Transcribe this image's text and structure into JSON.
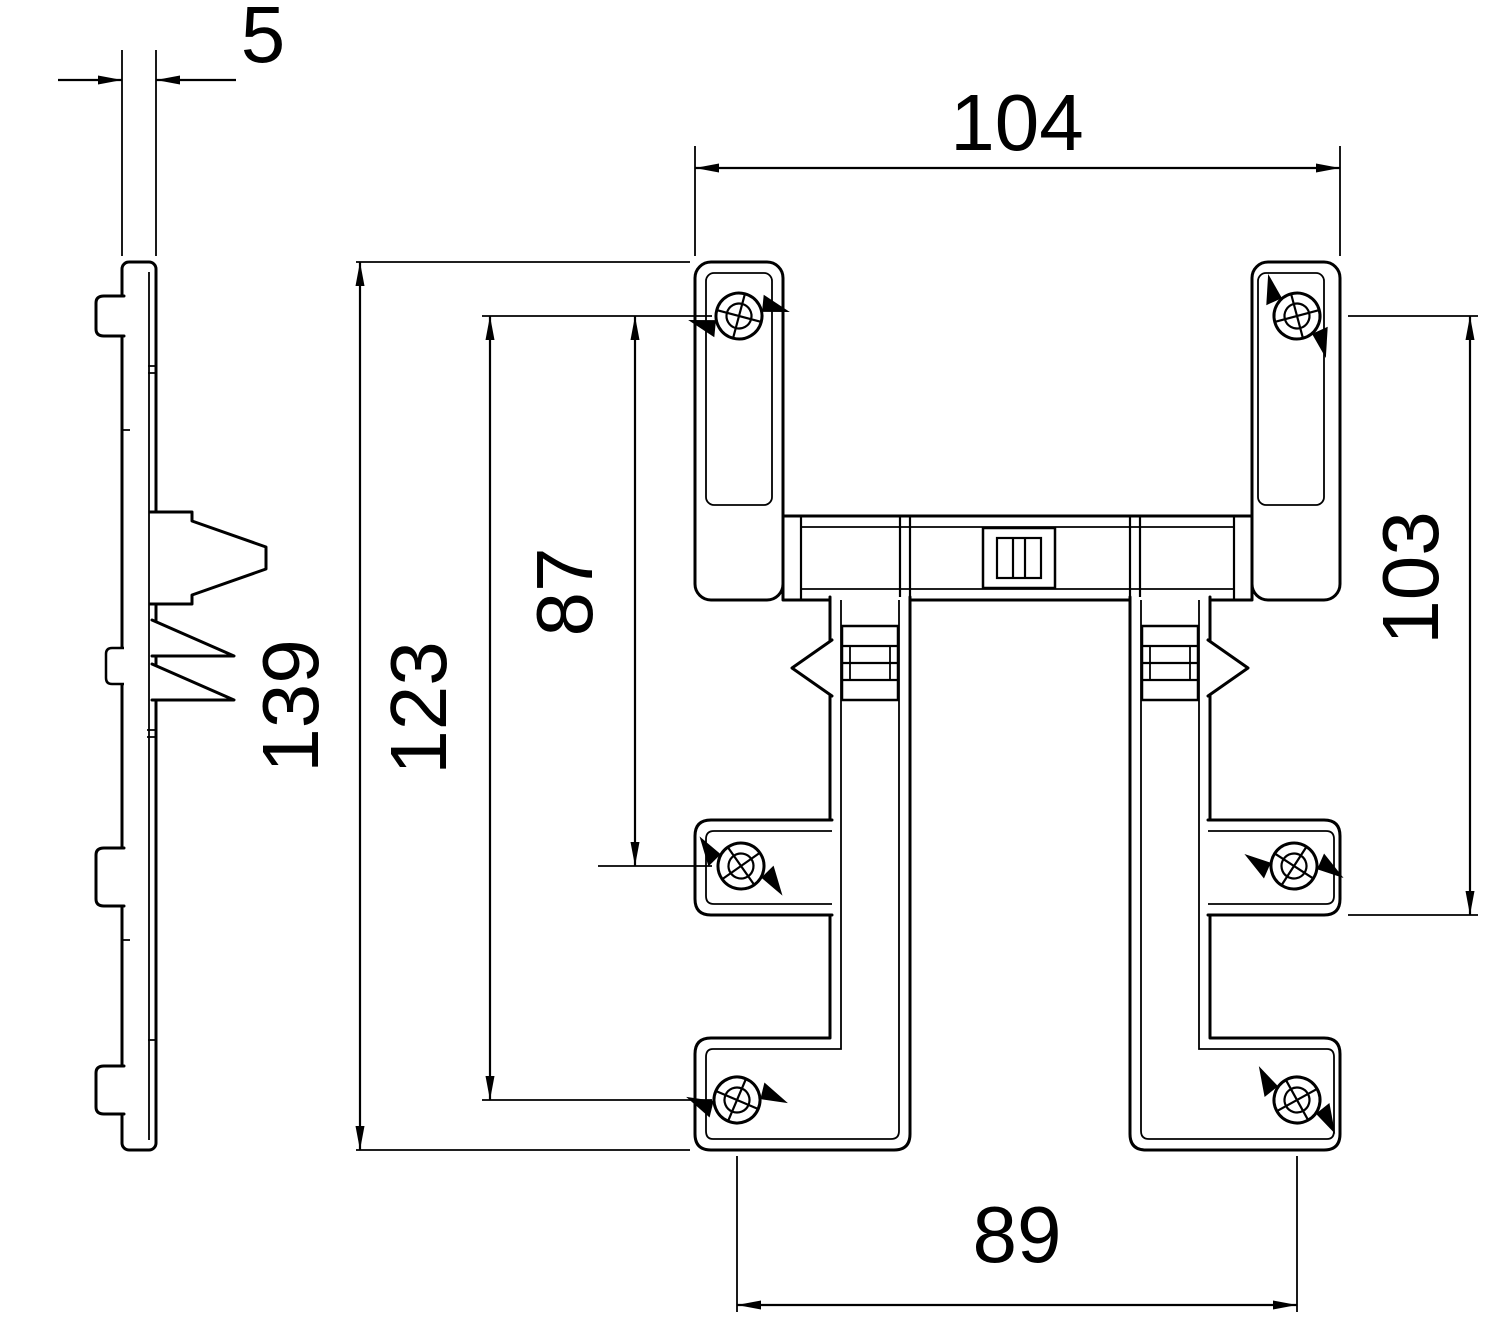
{
  "drawing": {
    "kind": "technical-dimension-drawing",
    "views": {
      "side_view": {
        "name": "side-profile-view"
      },
      "front_view": {
        "name": "front-view"
      }
    },
    "dimensions": {
      "side_thickness": {
        "label": "5"
      },
      "front_overall_width": {
        "label": "104"
      },
      "front_overall_height": {
        "label": "139"
      },
      "screw_span_full": {
        "label": "123"
      },
      "screw_span_upper": {
        "label": "87"
      },
      "right_side_height": {
        "label": "103"
      },
      "bottom_screw_span": {
        "label": "89"
      }
    },
    "colors": {
      "line": "#000000",
      "background": "#ffffff"
    }
  }
}
